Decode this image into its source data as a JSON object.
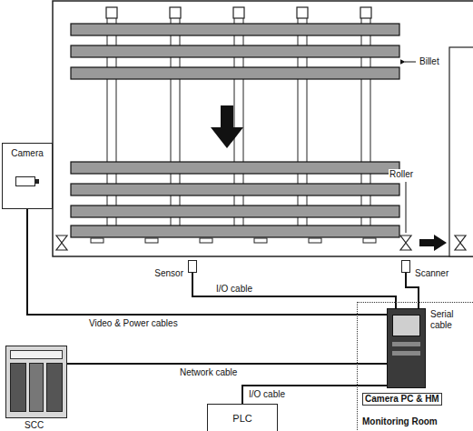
{
  "diagram": {
    "nodes": [
      {
        "text": [
          "Camera"
        ]
      },
      {
        "text": [
          "Sensor"
        ]
      },
      {
        "text": [
          "Scanner"
        ]
      },
      {
        "text": [
          "SCC"
        ]
      },
      {
        "text": [
          "Monitoring Room"
        ]
      },
      {
        "text": [
          "Camera PC & HM"
        ],
        "in": 4
      },
      {
        "text": [
          "PLC"
        ]
      }
    ],
    "edges": [
      {
        "from": 0,
        "to": 5,
        "label": "Video & Power cables",
        "arrow": "none"
      },
      {
        "from": 1,
        "to": 5,
        "label": "I/O cable",
        "arrow": "none"
      },
      {
        "from": 2,
        "to": 5,
        "label": "Serial cable",
        "arrow": "none"
      },
      {
        "from": 3,
        "to": 5,
        "label": "Network cable",
        "arrow": "none"
      },
      {
        "from": 6,
        "to": 5,
        "label": "I/O cable",
        "arrow": "none"
      }
    ],
    "labels": [
      "Billet",
      "Roller"
    ]
  }
}
